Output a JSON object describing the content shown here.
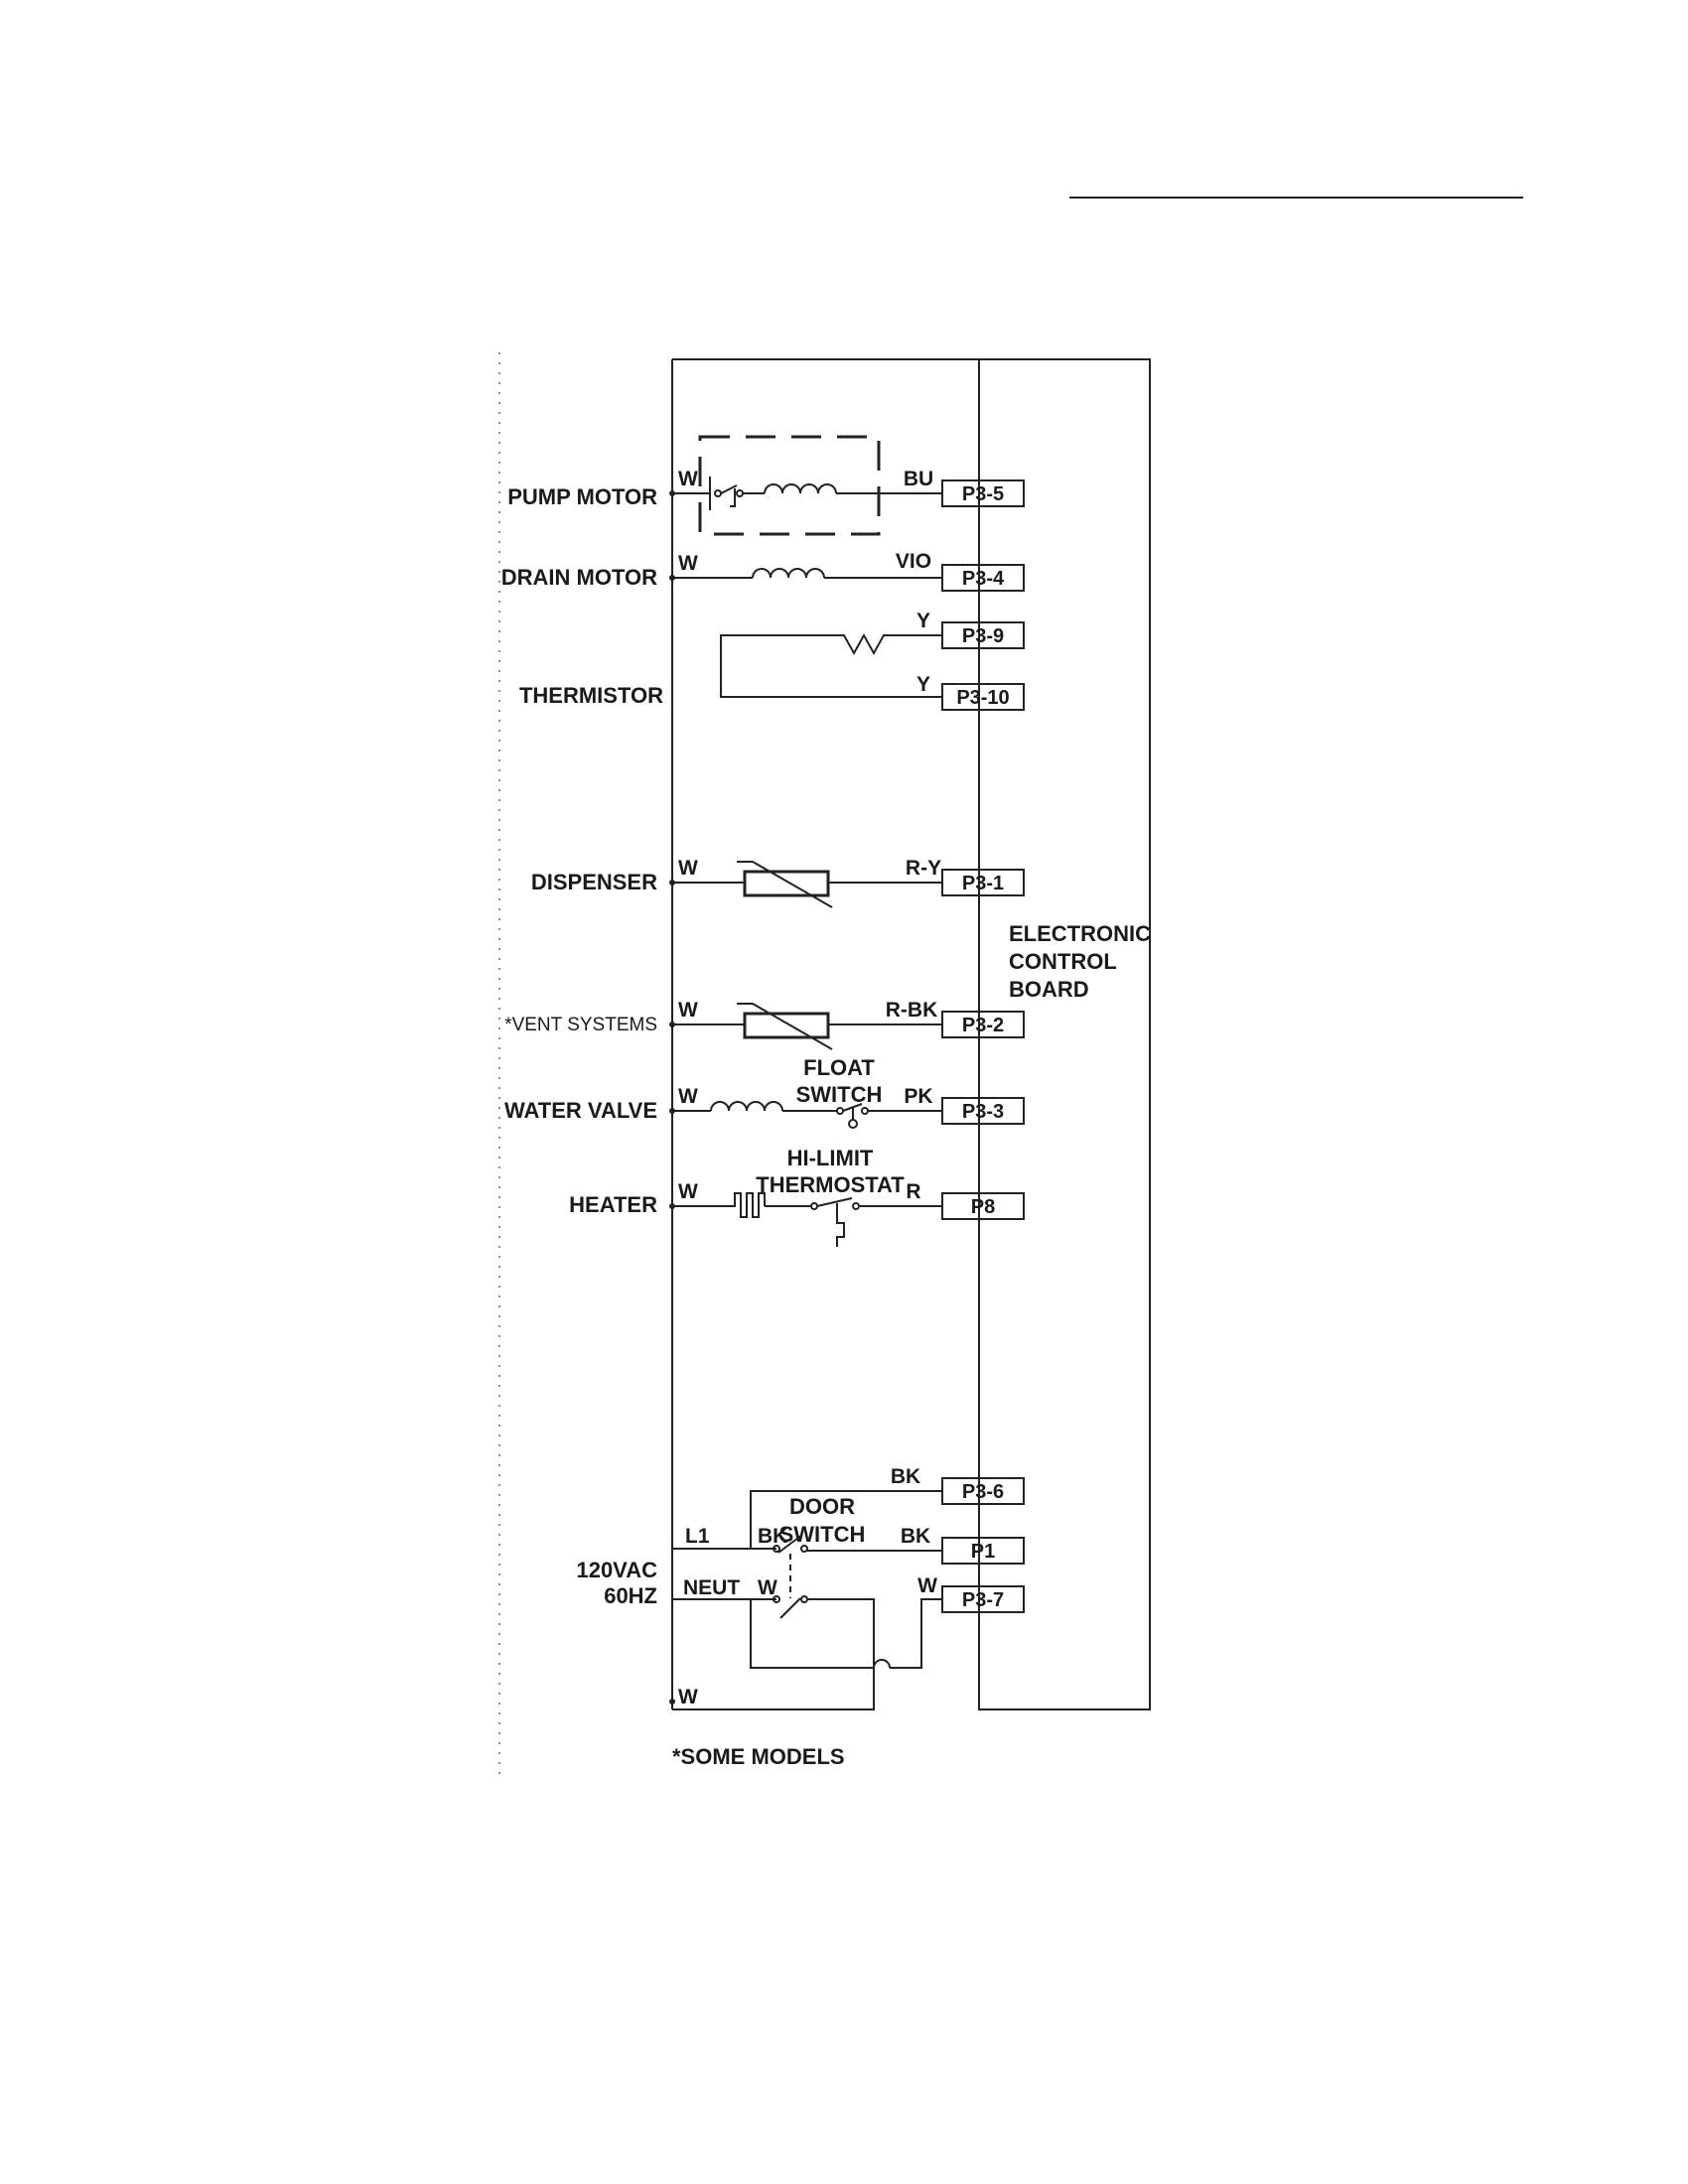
{
  "components": {
    "pump_motor": "PUMP MOTOR",
    "drain_motor": "DRAIN MOTOR",
    "thermistor": "THERMISTOR",
    "dispenser": "DISPENSER",
    "vent_systems": "*VENT SYSTEMS",
    "water_valve": "WATER VALVE",
    "heater": "HEATER",
    "power_line1": "120VAC",
    "power_line2": "60HZ"
  },
  "board": {
    "line1": "ELECTRONIC",
    "line2": "CONTROL",
    "line3": "BOARD"
  },
  "connectors": {
    "p3_5": "P3-5",
    "p3_4": "P3-4",
    "p3_9": "P3-9",
    "p3_10": "P3-10",
    "p3_1": "P3-1",
    "p3_2": "P3-2",
    "p3_3": "P3-3",
    "p8": "P8",
    "p3_6": "P3-6",
    "p1": "P1",
    "p3_7": "P3-7"
  },
  "wires": {
    "pump_in": "W",
    "pump_out": "BU",
    "drain_in": "W",
    "drain_out": "VIO",
    "therm_top": "Y",
    "therm_bottom": "Y",
    "disp_in": "W",
    "disp_out": "R-Y",
    "vent_in": "W",
    "vent_out": "R-BK",
    "valve_in": "W",
    "valve_out": "PK",
    "heater_in": "W",
    "heater_out": "R",
    "p3_6_wire": "BK",
    "l1": "L1",
    "l1_bk": "BK",
    "p1_wire": "BK",
    "neut": "NEUT",
    "neut_w": "W",
    "p3_7_wire": "W",
    "bottom_w": "W"
  },
  "switch_labels": {
    "float1": "FLOAT",
    "float2": "SWITCH",
    "hilimit1": "HI-LIMIT",
    "hilimit2": "THERMOSTAT",
    "door1": "DOOR",
    "door2": "SWITCH"
  },
  "footnote": "*SOME MODELS"
}
